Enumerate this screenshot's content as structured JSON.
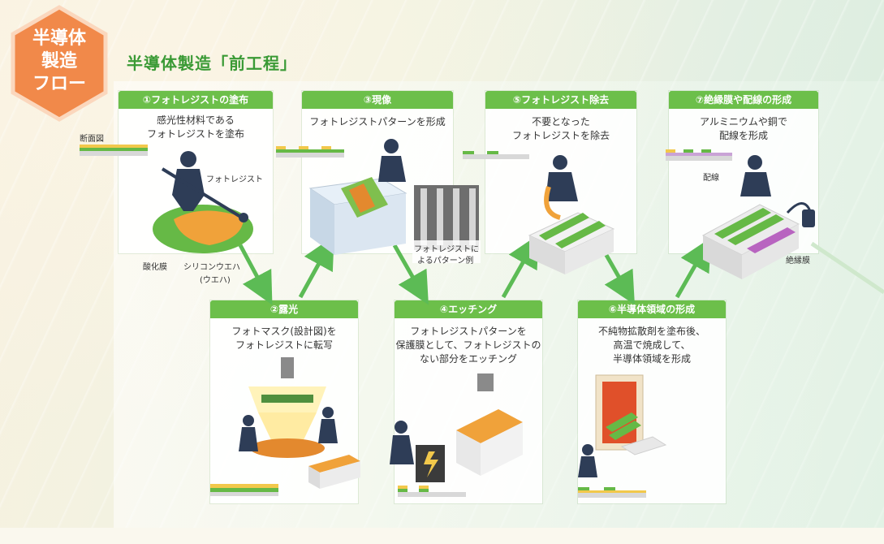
{
  "badge": {
    "lines": [
      "半導体",
      "製造",
      "フロー"
    ]
  },
  "title": "半導体製造「前工程」",
  "steps": [
    {
      "head": "①フォトレジストの塗布",
      "desc": [
        "感光性材料である",
        "フォトレジストを塗布"
      ]
    },
    {
      "head": "②露光",
      "desc": [
        "フォトマスク(設計図)を",
        "フォトレジストに転写"
      ]
    },
    {
      "head": "③現像",
      "desc": [
        "フォトレジストパターンを形成"
      ]
    },
    {
      "head": "④エッチング",
      "desc": [
        "フォトレジストパターンを",
        "保護膜として、フォトレジストの",
        "ない部分をエッチング"
      ]
    },
    {
      "head": "⑤フォトレジスト除去",
      "desc": [
        "不要となった",
        "フォトレジストを除去"
      ]
    },
    {
      "head": "⑥半導体領域の形成",
      "desc": [
        "不純物拡散剤を塗布後、",
        "高温で焼成して、",
        "半導体領域を形成"
      ]
    },
    {
      "head": "⑦絶縁膜や配線の形成",
      "desc": [
        "アルミニウムや銅で",
        "配線を形成"
      ]
    }
  ],
  "labels": {
    "cross_section": "断面図",
    "photoresist": "フォトレジスト",
    "oxide_film": "酸化膜",
    "silicon_wafer": "シリコンウエハ",
    "wafer": "(ウエハ)",
    "pattern_example_1": "フォトレジストに",
    "pattern_example_2": "よるパターン例",
    "wiring": "配線",
    "insulating_film": "絶縁膜"
  },
  "colors": {
    "green": "#6cbf4a",
    "arrow": "#5cbb55",
    "orange": "#f1894a",
    "navy": "#2e3d57",
    "title": "#3a9a35"
  }
}
